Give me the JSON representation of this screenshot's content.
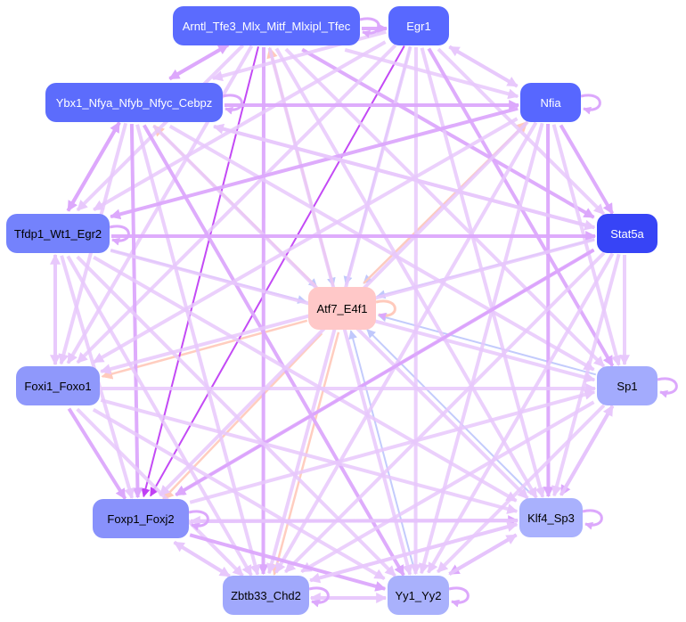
{
  "nodes": [
    {
      "id": "arntl",
      "label": "Arntl_Tfe3_Mlx_Mitf_Mlxipl_Tfec",
      "color": "#5b6bfe",
      "text": "#ffffff"
    },
    {
      "id": "egr1",
      "label": "Egr1",
      "color": "#5868ff",
      "text": "#ffffff"
    },
    {
      "id": "ybx1",
      "label": "Ybx1_Nfya_Nfyb_Nfyc_Cebpz",
      "color": "#5c6cfc",
      "text": "#ffffff"
    },
    {
      "id": "nfia",
      "label": "Nfia",
      "color": "#5767ff",
      "text": "#ffffff"
    },
    {
      "id": "tfdp1",
      "label": "Tfdp1_Wt1_Egr2",
      "color": "#7482fc",
      "text": "#000000"
    },
    {
      "id": "stat5a",
      "label": "Stat5a",
      "color": "#3744f6",
      "text": "#ffffff"
    },
    {
      "id": "foxi1",
      "label": "Foxi1_Foxo1",
      "color": "#8f98fb",
      "text": "#000000"
    },
    {
      "id": "sp1",
      "label": "Sp1",
      "color": "#a3abfd",
      "text": "#000000"
    },
    {
      "id": "foxp1",
      "label": "Foxp1_Foxj2",
      "color": "#8891fb",
      "text": "#000000"
    },
    {
      "id": "klf4",
      "label": "Klf4_Sp3",
      "color": "#a9b1fd",
      "text": "#000000"
    },
    {
      "id": "zbtb33",
      "label": "Zbtb33_Chd2",
      "color": "#a0a8fc",
      "text": "#000000"
    },
    {
      "id": "yy1",
      "label": "Yy1_Yy2",
      "color": "#a9b1fc",
      "text": "#000000"
    },
    {
      "id": "atf7",
      "label": "Atf7_E4f1",
      "color": "#ffc8c8",
      "text": "#000000"
    }
  ],
  "edge_colors": {
    "light": "#e8c8fc",
    "mid": "#dca8fc",
    "dark": "#c040f4",
    "blue": "#c0c8fc",
    "orange": "#ffcabc"
  },
  "edges": [
    [
      1,
      12,
      "blue"
    ],
    [
      3,
      12,
      "blue"
    ],
    [
      4,
      12,
      "blue"
    ],
    [
      5,
      12,
      "blue"
    ],
    [
      7,
      12,
      "blue"
    ],
    [
      9,
      12,
      "blue"
    ],
    [
      11,
      12,
      "blue"
    ],
    [
      2,
      12,
      "blue"
    ],
    [
      0,
      12,
      "blue"
    ],
    [
      12,
      2,
      "orange"
    ],
    [
      12,
      3,
      "orange"
    ],
    [
      12,
      6,
      "orange"
    ],
    [
      12,
      8,
      "orange"
    ],
    [
      12,
      0,
      "orange"
    ],
    [
      12,
      10,
      "orange"
    ],
    [
      1,
      8,
      "dark"
    ],
    [
      5,
      8,
      "dark"
    ],
    [
      0,
      8,
      "dark"
    ],
    [
      0,
      2,
      "mid"
    ],
    [
      2,
      0,
      "mid"
    ],
    [
      0,
      1,
      "mid"
    ],
    [
      0,
      3,
      "light"
    ],
    [
      0,
      4,
      "light"
    ],
    [
      0,
      5,
      "mid"
    ],
    [
      0,
      7,
      "light"
    ],
    [
      0,
      9,
      "light"
    ],
    [
      0,
      10,
      "mid"
    ],
    [
      0,
      11,
      "light"
    ],
    [
      0,
      6,
      "light"
    ],
    [
      1,
      2,
      "light"
    ],
    [
      1,
      3,
      "light"
    ],
    [
      1,
      5,
      "light"
    ],
    [
      1,
      7,
      "mid"
    ],
    [
      1,
      9,
      "light"
    ],
    [
      1,
      10,
      "light"
    ],
    [
      1,
      11,
      "light"
    ],
    [
      1,
      4,
      "light"
    ],
    [
      1,
      6,
      "light"
    ],
    [
      2,
      3,
      "mid"
    ],
    [
      2,
      4,
      "mid"
    ],
    [
      4,
      2,
      "mid"
    ],
    [
      2,
      5,
      "light"
    ],
    [
      2,
      7,
      "light"
    ],
    [
      2,
      8,
      "mid"
    ],
    [
      2,
      9,
      "light"
    ],
    [
      2,
      10,
      "light"
    ],
    [
      2,
      11,
      "mid"
    ],
    [
      2,
      6,
      "light"
    ],
    [
      3,
      4,
      "mid"
    ],
    [
      3,
      5,
      "mid"
    ],
    [
      3,
      7,
      "light"
    ],
    [
      3,
      9,
      "mid"
    ],
    [
      3,
      10,
      "light"
    ],
    [
      3,
      11,
      "light"
    ],
    [
      3,
      6,
      "light"
    ],
    [
      3,
      8,
      "light"
    ],
    [
      3,
      1,
      "light"
    ],
    [
      4,
      5,
      "mid"
    ],
    [
      4,
      6,
      "light"
    ],
    [
      6,
      4,
      "light"
    ],
    [
      4,
      8,
      "light"
    ],
    [
      4,
      7,
      "light"
    ],
    [
      4,
      9,
      "light"
    ],
    [
      4,
      10,
      "light"
    ],
    [
      4,
      11,
      "light"
    ],
    [
      5,
      8,
      "mid"
    ],
    [
      5,
      9,
      "light"
    ],
    [
      5,
      10,
      "light"
    ],
    [
      5,
      11,
      "light"
    ],
    [
      5,
      6,
      "light"
    ],
    [
      5,
      7,
      "light"
    ],
    [
      5,
      2,
      "light"
    ],
    [
      6,
      8,
      "mid"
    ],
    [
      6,
      9,
      "light"
    ],
    [
      6,
      11,
      "light"
    ],
    [
      6,
      7,
      "light"
    ],
    [
      6,
      10,
      "light"
    ],
    [
      7,
      9,
      "mid"
    ],
    [
      9,
      7,
      "light"
    ],
    [
      7,
      10,
      "light"
    ],
    [
      7,
      11,
      "light"
    ],
    [
      8,
      7,
      "light"
    ],
    [
      8,
      9,
      "mid"
    ],
    [
      9,
      8,
      "light"
    ],
    [
      8,
      10,
      "light"
    ],
    [
      8,
      11,
      "mid"
    ],
    [
      9,
      10,
      "light"
    ],
    [
      9,
      11,
      "mid"
    ],
    [
      11,
      9,
      "light"
    ],
    [
      10,
      11,
      "light"
    ],
    [
      11,
      10,
      "light"
    ],
    [
      10,
      9,
      "light"
    ],
    [
      10,
      8,
      "light"
    ]
  ],
  "self_loops": [
    0,
    2,
    3,
    4,
    7,
    8,
    9,
    10,
    11,
    12
  ]
}
